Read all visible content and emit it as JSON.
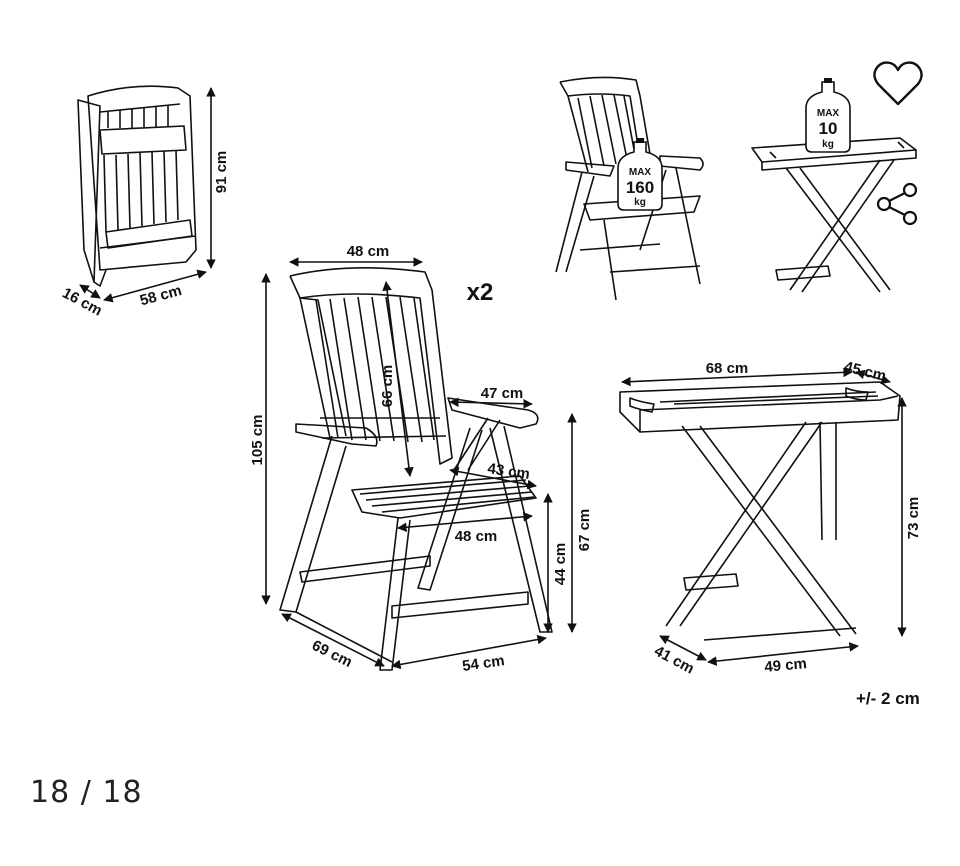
{
  "gallery": {
    "counter": "18 / 18",
    "tolerance": "+/- 2 cm",
    "quantity_label": "x2"
  },
  "actions": {
    "favorite_icon": "heart-icon",
    "share_icon": "share-icon"
  },
  "folded_chair": {
    "height": "91 cm",
    "depth": "16 cm",
    "width": "58 cm"
  },
  "chair": {
    "back_width": "48 cm",
    "back_height": "66 cm",
    "total_height": "105 cm",
    "armrest_length": "47 cm",
    "seat_depth": "43 cm",
    "seat_width": "48 cm",
    "armrest_height": "67 cm",
    "seat_height": "44 cm",
    "depth": "69 cm",
    "width": "54 cm"
  },
  "chair_load": {
    "max": "MAX",
    "value": "160",
    "unit": "kg"
  },
  "tray_load": {
    "max": "MAX",
    "value": "10",
    "unit": "kg"
  },
  "table": {
    "length": "68 cm",
    "width": "45 cm",
    "height": "73 cm",
    "base_depth": "41 cm",
    "base_width": "49 cm"
  },
  "colors": {
    "line": "#111111",
    "background": "#ffffff"
  }
}
